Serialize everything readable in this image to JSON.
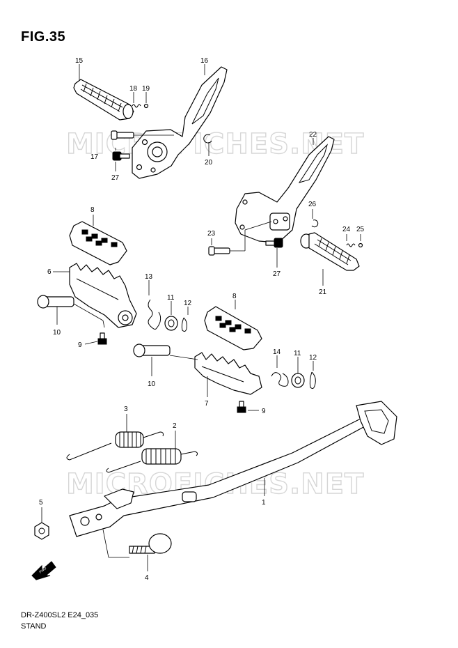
{
  "figure": {
    "title": "FIG.35",
    "code": "DR-Z400SL2 E24_035",
    "name": "STAND"
  },
  "watermarks": [
    "MICROFICHES.NET",
    "MICROFICHES.NET"
  ],
  "fwd_label": "FWD",
  "callouts": [
    "15",
    "18",
    "19",
    "16",
    "17",
    "20",
    "27",
    "22",
    "26",
    "23",
    "24",
    "25",
    "27",
    "21",
    "8",
    "6",
    "13",
    "11",
    "12",
    "10",
    "9",
    "8",
    "14",
    "11",
    "12",
    "10",
    "7",
    "9",
    "3",
    "2",
    "1",
    "5",
    "4"
  ]
}
